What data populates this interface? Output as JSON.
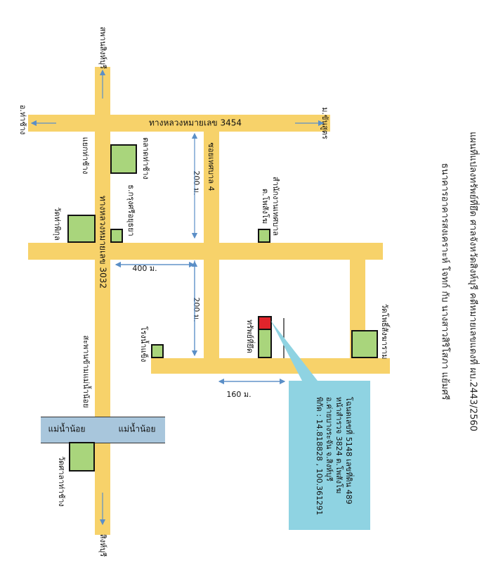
{
  "title": {
    "line1": "แผนที่แปลงทรัพย์ที่ยึด ศาลจังหวัดสิงห์บุรี คดีหมายเลขแดงที่ ผบ.2443/2560",
    "line2": "ธนาคารอาคารสงเคราะห์ โจทก์ กับ นางสาวสิริโสภา แย้มศรี"
  },
  "roads": {
    "highway_3454": "ทางหลวงหมายเลข 3454",
    "highway_3032": "ทางหลวงหมายเลข 3032",
    "soi_tessaban_4": "ซอยเทศบาล 4"
  },
  "directions": {
    "north_top": "สพานสิงห์บุรี",
    "ban_tha_chang": "อ.ท่าช้าง",
    "ban_khun_san": "ม.ขันสูตร",
    "sing_buri_bottom": "สิงห์บุรี"
  },
  "landmarks": {
    "yaek_pho_thong": "แยกท่าช้าง",
    "talad_tha_chang": "ตลาดท่าช้าง",
    "krungsri_bank": "ธ.กรุงศรีอยุธยา",
    "wat_tha_lak": "วัดท่าพิกุล",
    "tessaban_office": "สำนักงานเทศบาล",
    "tessaban_office_sub": "ต.โพสังโฆ",
    "property": "ทรัพย์ที่ยึด",
    "wat_pho_sang": "วัดโพธิ์สังฆาราม",
    "rong_tha_nam": "โรงน้ำแข็ง",
    "saphan": "สะพานข้ามแม่น้ำน้อย",
    "wat_sao_tha_chang": "วัดศาลาท่าช้าง"
  },
  "rivers": {
    "left": "แม่น้ำน้อย",
    "right": "แม่น้ำน้อย"
  },
  "distances": {
    "d200_upper": "200 ม.",
    "d400": "400 ม.",
    "d200_lower": "200 ม.",
    "d160": "160 ม."
  },
  "info": {
    "line1": "โฉนดเลขที่ 5148  เลขที่ดิน 489",
    "line2": "หน้าสำรวจ 3824  ต.โพสังโฆ",
    "line3": "อ.ค่ายบางระจัน  จ.สิงห์บุรี",
    "line4": "พิกัด : 14.818828 , 100.361291"
  },
  "colors": {
    "road": "#f7d26a",
    "landmark": "#a9d57c",
    "property": "#e0242b",
    "river": "#a8c6dc",
    "infobox": "#8fd3e2",
    "arrow": "#5b8fc7"
  }
}
